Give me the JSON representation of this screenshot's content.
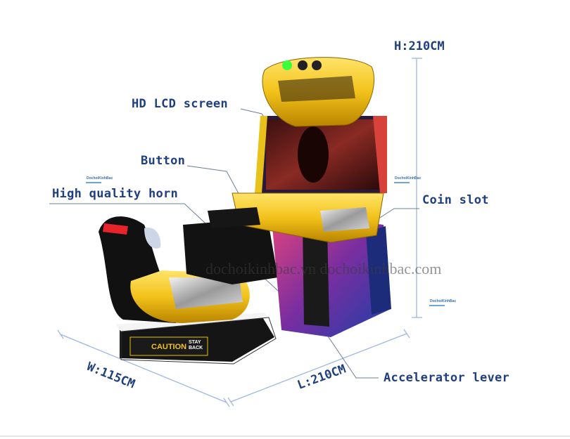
{
  "labels": {
    "hd_lcd": "HD LCD screen",
    "button": "Button",
    "horn": "High quality horn",
    "coin": "Coin slot",
    "accelerator": "Accelerator lever"
  },
  "dimensions": {
    "height": "H:210CM",
    "width": "W:115CM",
    "length": "L:210CM"
  },
  "watermark": "dochoikinhbac.vn dochoikinhbac.com",
  "logo_text": "DochoiKinhBac",
  "platform": {
    "caution": "CAUTION",
    "stay_back": "STAY BACK"
  },
  "colors": {
    "label": "#1f3f80",
    "dimension_line": "#9fb7df",
    "cabinet_yellow": "#f2c21a",
    "cabinet_dark": "#1a1a1a"
  }
}
